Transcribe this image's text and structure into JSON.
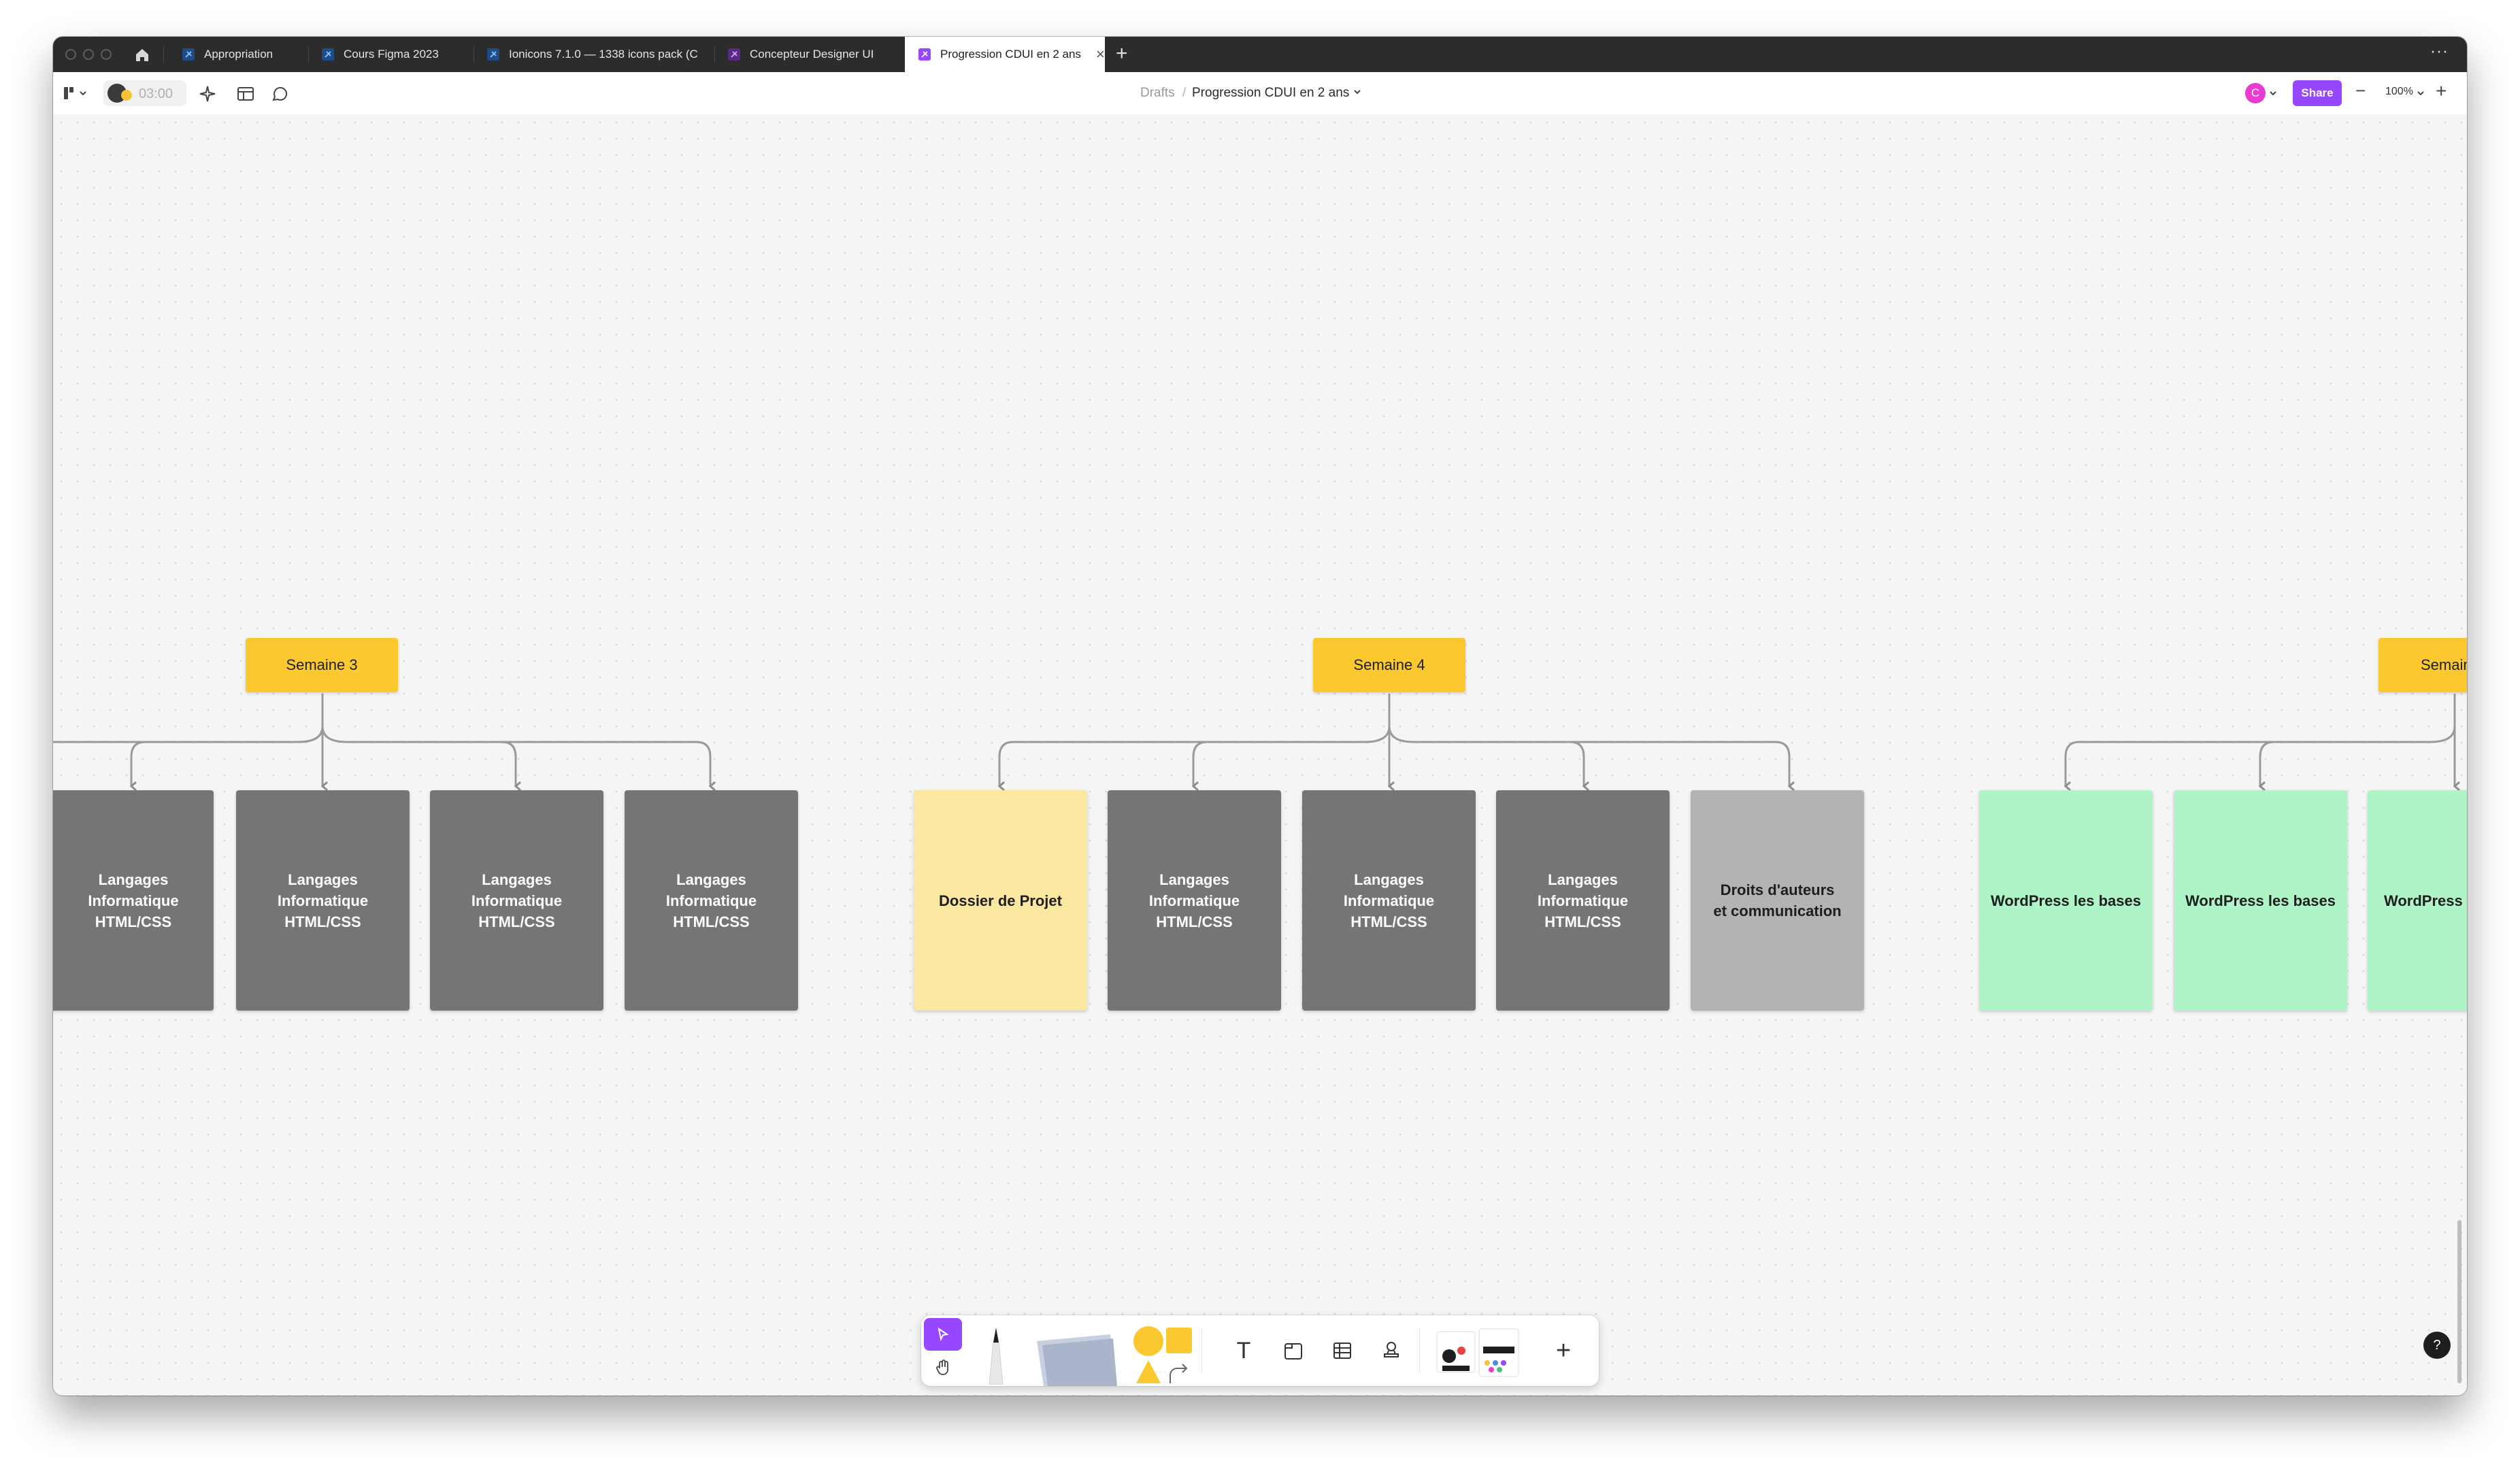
{
  "tabs": [
    {
      "label": "Appropriation",
      "fav": "#1d4e89"
    },
    {
      "label": "Cours Figma 2023",
      "fav": "#1d4e89"
    },
    {
      "label": "Ionicons 7.1.0 — 1338 icons pack (C",
      "fav": "#1d4e89"
    },
    {
      "label": "Concepteur Designer UI",
      "fav": "#5b2a86"
    },
    {
      "label": "Progression CDUI en 2 ans",
      "fav": "#9747ff",
      "close": "×"
    }
  ],
  "new_tab": "+",
  "more_menu": "···",
  "toolbar": {
    "timer": "03:00",
    "breadcrumb_root": "Drafts",
    "breadcrumb_sep": "/",
    "file_name": "Progression CDUI en 2 ans",
    "avatar_letter": "C",
    "share_label": "Share",
    "zoom_out": "−",
    "zoom_level": "100%",
    "zoom_in": "+"
  },
  "board": {
    "weeks": [
      "Semaine 3",
      "Semaine 4",
      "Semaine"
    ],
    "cards": [
      {
        "text": "Langages\nInformatique\nHTML/CSS",
        "style": "dark"
      },
      {
        "text": "Langages\nInformatique\nHTML/CSS",
        "style": "dark"
      },
      {
        "text": "Langages\nInformatique\nHTML/CSS",
        "style": "dark"
      },
      {
        "text": "Langages\nInformatique\nHTML/CSS",
        "style": "dark"
      },
      {
        "text": "Dossier de Projet",
        "style": "yellow"
      },
      {
        "text": "Langages\nInformatique\nHTML/CSS",
        "style": "dark"
      },
      {
        "text": "Langages\nInformatique\nHTML/CSS",
        "style": "dark"
      },
      {
        "text": "Langages\nInformatique\nHTML/CSS",
        "style": "dark"
      },
      {
        "text": "Droits d'auteurs\net communication",
        "style": "grey"
      },
      {
        "text": "WordPress les bases",
        "style": "green"
      },
      {
        "text": "WordPress les bases",
        "style": "green"
      },
      {
        "text": "WordPress les bases",
        "style": "green"
      }
    ]
  },
  "dock": {
    "text_tool": "T",
    "add": "+"
  },
  "help": "?",
  "colors": {
    "accent": "#9747ff",
    "week_sticky": "#fbc92f",
    "dark_card": "#757575",
    "yellow_card": "#fbe8a0",
    "grey_card": "#b3b3b3",
    "green_card": "#aff4c6",
    "avatar": "#e93bd3"
  }
}
